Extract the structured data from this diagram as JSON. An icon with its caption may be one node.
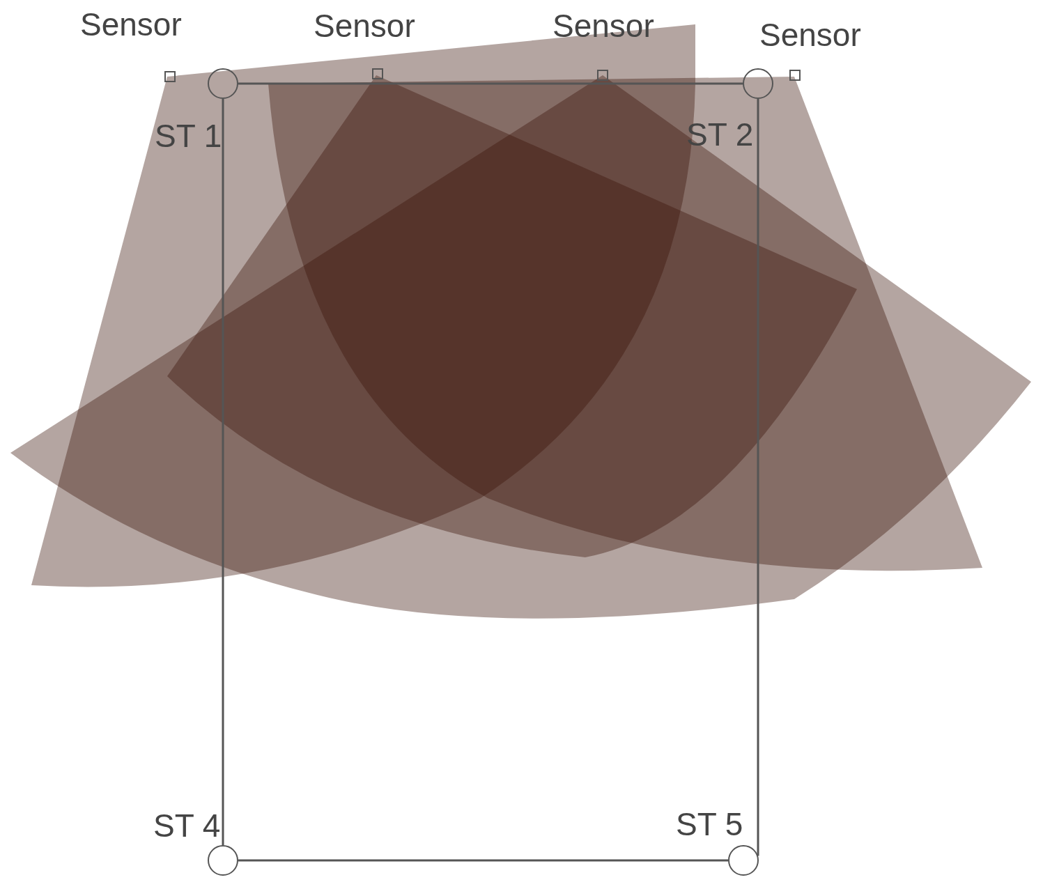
{
  "diagram": {
    "nodes": [
      {
        "text": [],
        "shape": "box",
        "beside": [
          "Sensor"
        ]
      },
      {
        "text": [],
        "shape": "box",
        "beside": [
          "Sensor"
        ]
      },
      {
        "text": [],
        "shape": "box",
        "beside": [
          "Sensor"
        ]
      },
      {
        "text": [],
        "shape": "box",
        "beside": [
          "Sensor"
        ]
      },
      {
        "text": [],
        "shape": "circle",
        "beside": [
          "ST 1"
        ]
      },
      {
        "text": [],
        "shape": "circle",
        "beside": [
          "ST 2"
        ]
      },
      {
        "text": [],
        "shape": "circle",
        "beside": [
          "ST 4"
        ]
      },
      {
        "text": [],
        "shape": "circle",
        "beside": [
          "ST 5"
        ]
      }
    ],
    "edges": [
      {
        "from": 4,
        "to": 5,
        "arrow": "none"
      },
      {
        "from": 5,
        "to": 7,
        "arrow": "none"
      },
      {
        "from": 7,
        "to": 6,
        "arrow": "none"
      },
      {
        "from": 6,
        "to": 4,
        "arrow": "none"
      }
    ]
  }
}
